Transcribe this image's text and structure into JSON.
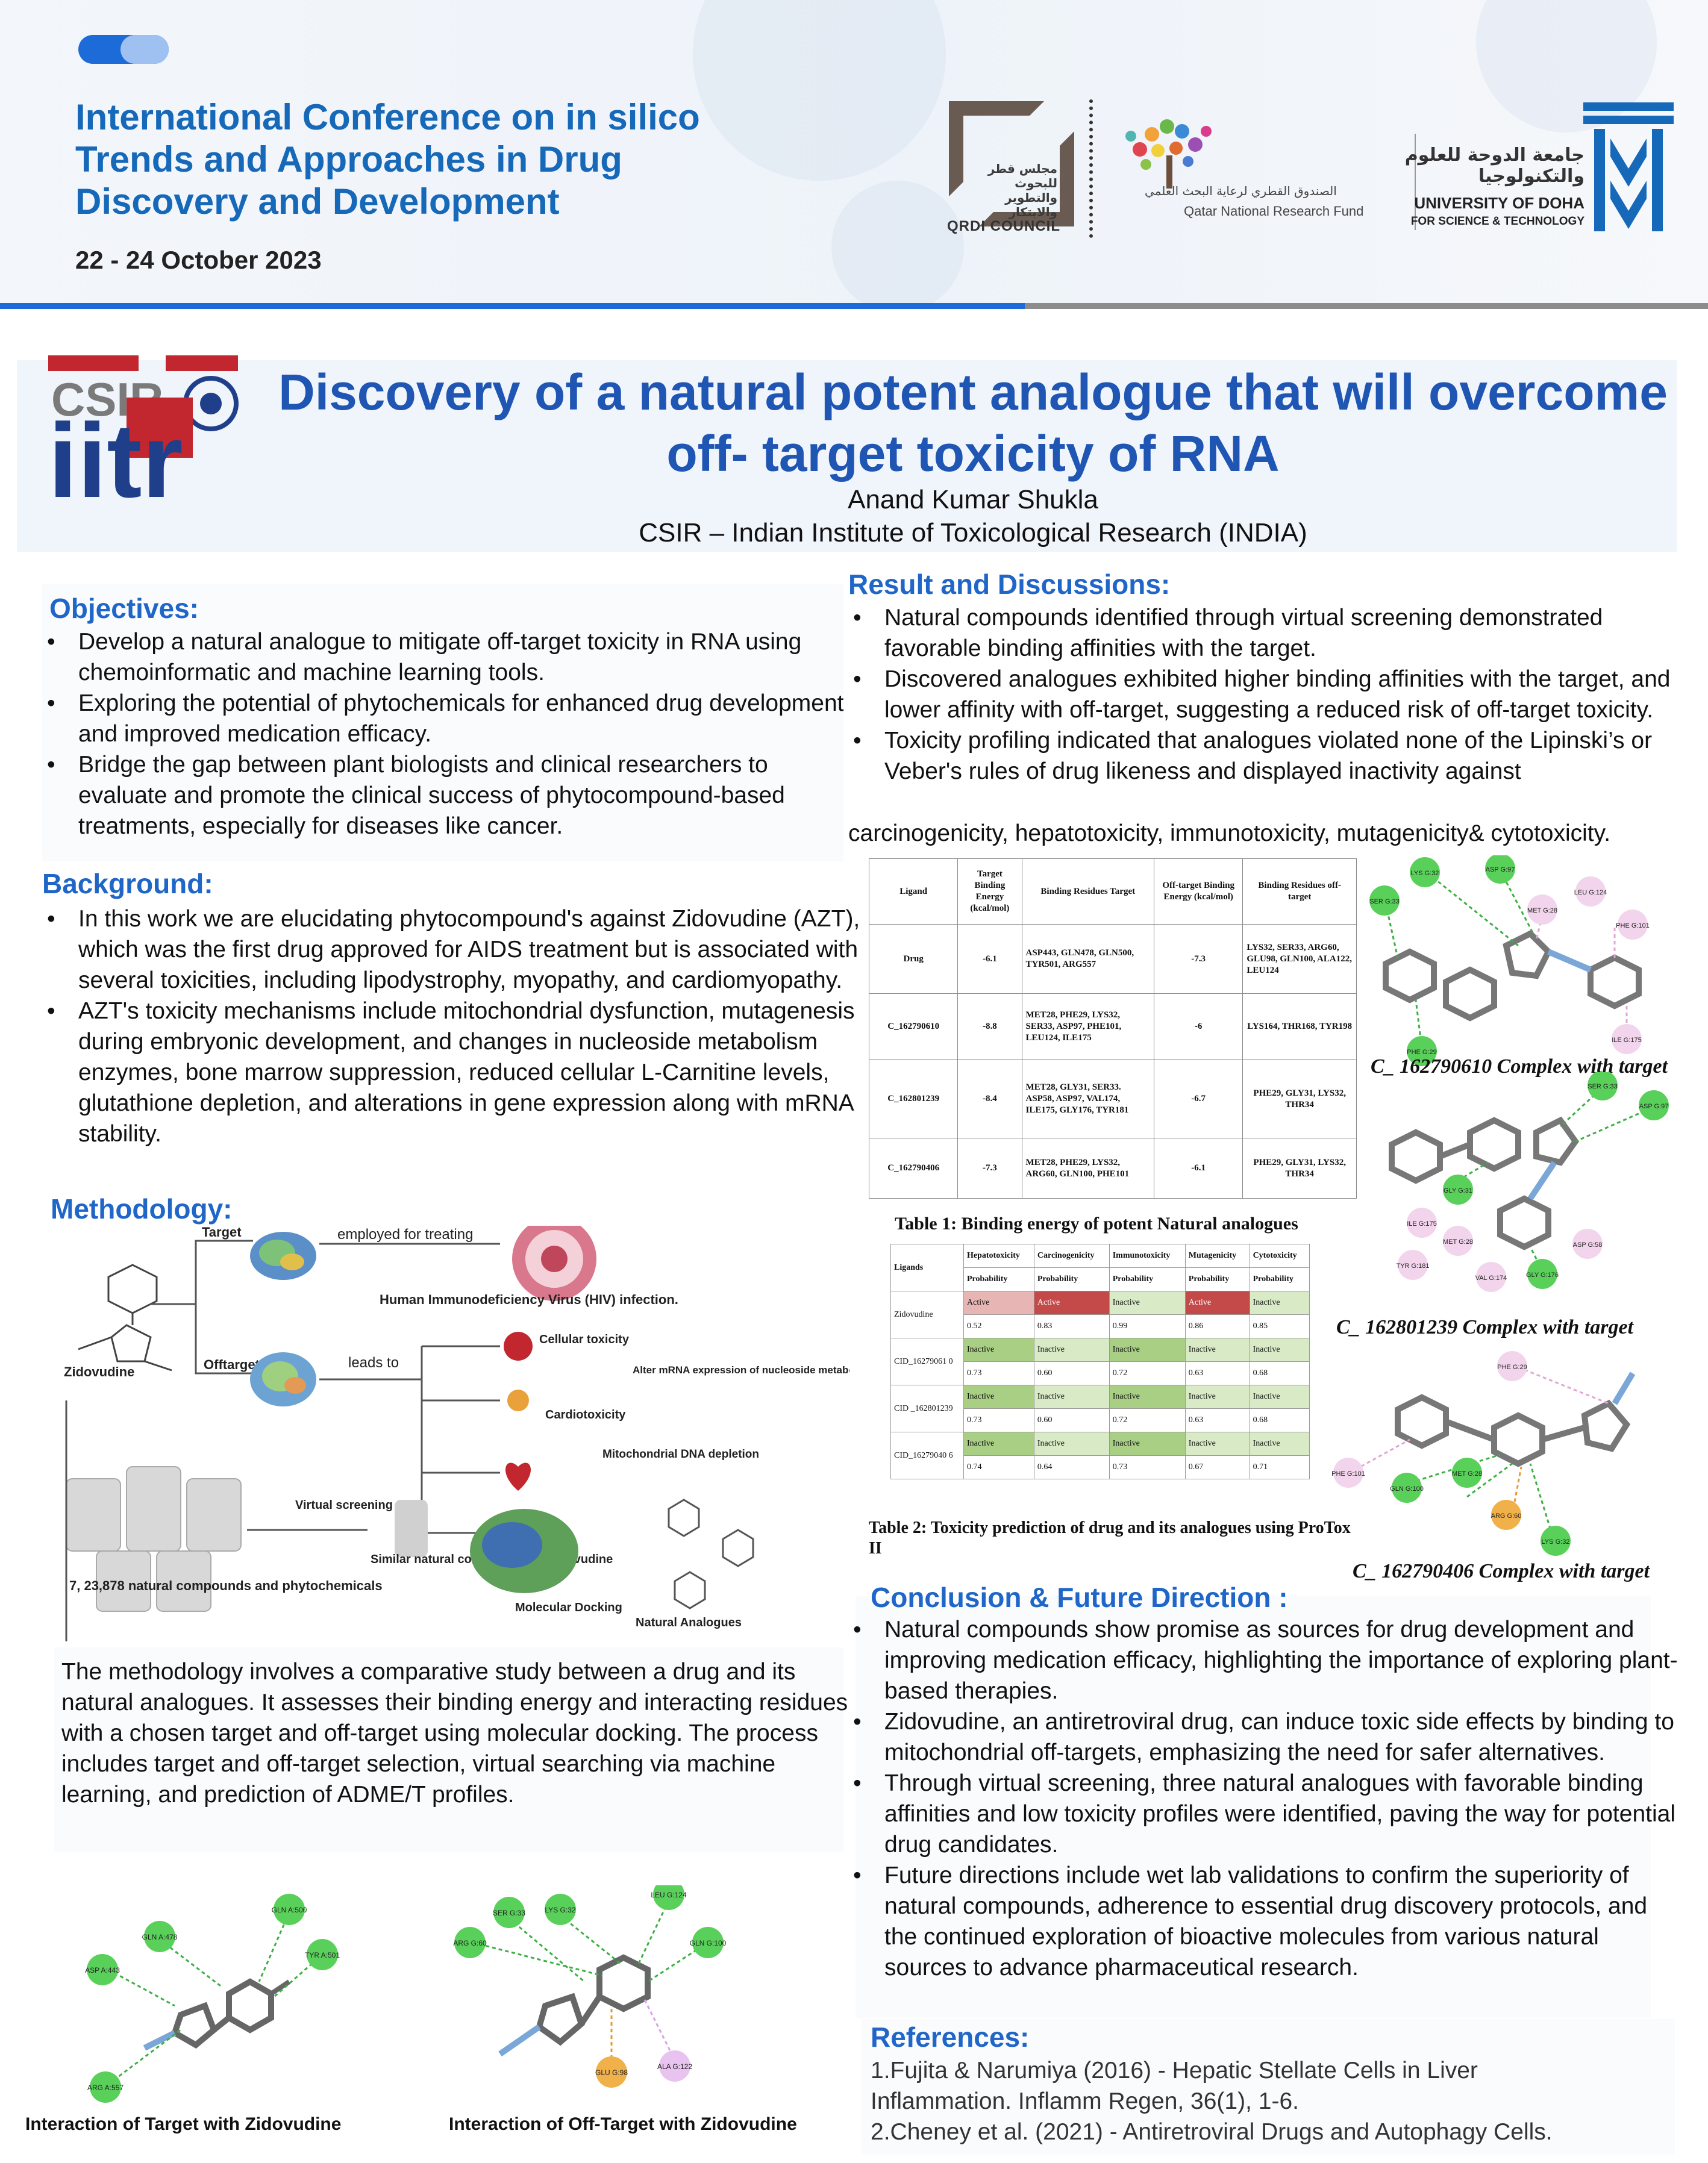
{
  "conference": {
    "title_line1": "International Conference on in silico",
    "title_line2": "Trends and Approaches in Drug",
    "title_line3": "Discovery and Development",
    "dates": "22 - 24 October 2023"
  },
  "logos": {
    "qrdi_label": "QRDI COUNCIL",
    "qrdi_arabic": "مجلس قطر للبحوث والتطوير والابتكار",
    "qnrf_arabic": "الصندوق القطري لرعاية البحث العلمي",
    "qnrf_english": "Qatar National Research Fund",
    "udst_arabic": "جامعة الدوحة للعلوم والتكنولوجيا",
    "udst_english": "UNIVERSITY OF DOHA",
    "udst_sub": "FOR SCIENCE & TECHNOLOGY",
    "csir_text": "CSIR",
    "iitr_text": "iitr"
  },
  "poster": {
    "title": "Discovery of a natural potent analogue that will overcome off- target toxicity of RNA",
    "author": "Anand Kumar Shukla",
    "affiliation": "CSIR – Indian Institute of Toxicological Research  (INDIA)"
  },
  "objectives": {
    "heading": "Objectives:",
    "items": [
      "Develop a natural analogue to mitigate off-target toxicity in RNA using chemoinformatic and machine learning tools.",
      "Exploring the potential of phytochemicals for enhanced drug development and improved medication efficacy.",
      "Bridge the gap between plant biologists and clinical researchers to evaluate and promote the clinical success of phytocompound-based treatments, especially for diseases like cancer."
    ]
  },
  "background": {
    "heading": "Background:",
    "items": [
      "In this work we are elucidating phytocompound's against Zidovudine (AZT), which was the first drug approved for AIDS treatment but is associated with several toxicities, including lipodystrophy, myopathy, and cardiomyopathy.",
      "AZT's toxicity mechanisms include mitochondrial dysfunction, mutagenesis during embryonic development, and changes in nucleoside metabolism enzymes, bone marrow suppression, reduced cellular L-Carnitine levels, glutathione depletion, and alterations in gene expression along with mRNA stability."
    ]
  },
  "methodology": {
    "heading": "Methodology:",
    "diagram": {
      "target": "Target",
      "employed": "employed for treating",
      "hiv": "Human Immunodeficiency Virus (HIV) infection.",
      "offtarget": "Offtarget",
      "leads_to": "leads to",
      "zidovudine": "Zidovudine",
      "cellular_toxicity": "Cellular toxicity",
      "alter_mrna": "Alter  mRNA expression of nucleoside metabolism",
      "cardiotoxicity": "Cardiotoxicity",
      "mito_dna": "Mitochondrial DNA  depletion",
      "virtual_screening": "Virtual screening",
      "similar": "Similar natural compound with zidovudine",
      "docking": "Molecular Docking",
      "natural_analogues": "Natural Analogues",
      "compounds": "7, 23,878 natural compounds and phytochemicals"
    },
    "description": "The methodology involves a comparative study between a drug and its natural analogues. It assesses their binding energy and interacting residues with a chosen target and off-target using molecular docking. The process includes target and off-target selection, virtual searching via machine learning, and prediction of ADME/T profiles.",
    "interaction_target_caption": "Interaction of Target with Zidovudine",
    "interaction_offtarget_caption": "Interaction of Off-Target with Zidovudine",
    "target_residues": [
      "ASP A:443",
      "GLN A:478",
      "GLN A:500",
      "TYR A:501",
      "ARG A:557"
    ],
    "offtarget_residues": [
      "ARG G:60",
      "SER G:33",
      "LYS G:32",
      "LEU G:124",
      "GLN G:100",
      "GLU G:98",
      "ALA G:122"
    ]
  },
  "results": {
    "heading": "Result and Discussions:",
    "items": [
      "Natural compounds identified through virtual screening demonstrated favorable binding affinities with the target.",
      "Discovered  analogues exhibited higher binding affinities with the target, and lower affinity with off-target, suggesting a reduced risk of off-target toxicity.",
      "Toxicity profiling indicated that analogues violated none of the Lipinski’s or Veber's rules of drug likeness and displayed inactivity against"
    ],
    "trailing_line": "carcinogenicity, hepatotoxicity, immunotoxicity, mutagenicity& cytotoxicity."
  },
  "table1": {
    "caption": "Table 1: Binding energy of potent Natural analogues",
    "headers": [
      "Ligand",
      "Target Binding Energy (kcal/mol)",
      "Binding Residues Target",
      "Off-target Binding Energy (kcal/mol)",
      "Binding Residues off-target"
    ],
    "rows": [
      [
        "Drug",
        "-6.1",
        "ASP443,      GLN478, GLN500,      TYR501, ARG557",
        "-7.3",
        "LYS32, SER33, ARG60, GLU98, GLN100, ALA122, LEU124"
      ],
      [
        "C_162790610",
        "-8.8",
        "MET28,      PHE29, LYS32,        SER33, ASP97, PHE101, LEU124, ILE175",
        "-6",
        "LYS164, THR168, TYR198"
      ],
      [
        "C_162801239",
        "-8.4",
        "MET28,      GLY31, SER33.        ASP58, ASP97,       VAL174, ILE175, GLY176, TYR181",
        "-6.7",
        "PHE29, GLY31, LYS32, THR34"
      ],
      [
        "C_162790406",
        "-7.3",
        "MET28,      PHE29, LYS32,        ARG60, GLN100, PHE101",
        "-6.1",
        "PHE29, GLY31, LYS32, THR34"
      ]
    ]
  },
  "table2": {
    "caption": "Table 2: Toxicity prediction of drug and its analogues using ProTox II",
    "headers": [
      "Ligands",
      "Hepatotoxicity",
      "Carcinogenicity",
      "Immunotoxicity",
      "Mutagenicity",
      "Cytotoxicity"
    ],
    "subheader": "Probability",
    "rows": [
      {
        "ligand": "Zidovudine",
        "status": [
          "Active",
          "Active",
          "Inactive",
          "Active",
          "Inactive"
        ],
        "prob": [
          "0.52",
          "0.83",
          "0.99",
          "0.86",
          "0.85"
        ]
      },
      {
        "ligand": "CID_16279061 0",
        "status": [
          "Inactive",
          "Inactive",
          "Inactive",
          "Inactive",
          "Inactive"
        ],
        "prob": [
          "0.73",
          "0.60",
          "0.72",
          "0.63",
          "0.68"
        ]
      },
      {
        "ligand": "CID _162801239",
        "status": [
          "Inactive",
          "Inactive",
          "Inactive",
          "Inactive",
          "Inactive"
        ],
        "prob": [
          "0.73",
          "0.60",
          "0.72",
          "0.63",
          "0.68"
        ]
      },
      {
        "ligand": "CID_16279040 6",
        "status": [
          "Inactive",
          "Inactive",
          "Inactive",
          "Inactive",
          "Inactive"
        ],
        "prob": [
          "0.74",
          "0.64",
          "0.73",
          "0.67",
          "0.71"
        ]
      }
    ]
  },
  "complexes": {
    "c1_caption": "C_ 162790610 Complex with target",
    "c2_caption": "C_ 162801239 Complex with target",
    "c3_caption": "C_ 162790406 Complex with target",
    "c1_residues": [
      "LYS G:32",
      "SER G:33",
      "ASP G:97",
      "LEU G:124",
      "MET G:28",
      "PHE G:101",
      "PHE G:29",
      "ILE G:175"
    ],
    "c2_residues": [
      "SER G:33",
      "ASP G:97",
      "GLY G:31",
      "ILE G:175",
      "MET G:28",
      "TYR G:181",
      "VAL G:174",
      "GLY G:176",
      "ASP G:58"
    ],
    "c3_residues": [
      "PHE G:29",
      "PHE G:101",
      "GLN G:100",
      "MET G:28",
      "ARG G:60",
      "LYS G:32"
    ]
  },
  "conclusion": {
    "heading": "Conclusion & Future Direction :",
    "items": [
      "Natural compounds show promise as sources for drug development and improving medication efficacy, highlighting the importance of exploring plant-based therapies.",
      "Zidovudine, an antiretroviral drug, can induce toxic side effects by binding to mitochondrial off-targets, emphasizing the need for safer alternatives.",
      "Through virtual screening, three natural analogues with favorable binding affinities and low toxicity profiles were identified, paving the way for potential drug candidates.",
      "Future directions include wet lab validations to confirm the superiority of natural compounds, adherence to essential drug discovery protocols, and the continued exploration of bioactive molecules from various natural sources to advance pharmaceutical research."
    ]
  },
  "references": {
    "heading": "References:",
    "items": [
      "1.Fujita & Narumiya (2016) - Hepatic Stellate Cells in Liver Inflammation. Inflamm Regen, 36(1), 1-6.",
      "2.Cheney et al. (2021) - Antiretroviral Drugs and Autophagy Cells."
    ]
  },
  "colors": {
    "accent_blue": "#1f66c8",
    "title_blue": "#1f55b3",
    "active_red": "#c44a4a",
    "inactive_green": "#a9cf84"
  }
}
